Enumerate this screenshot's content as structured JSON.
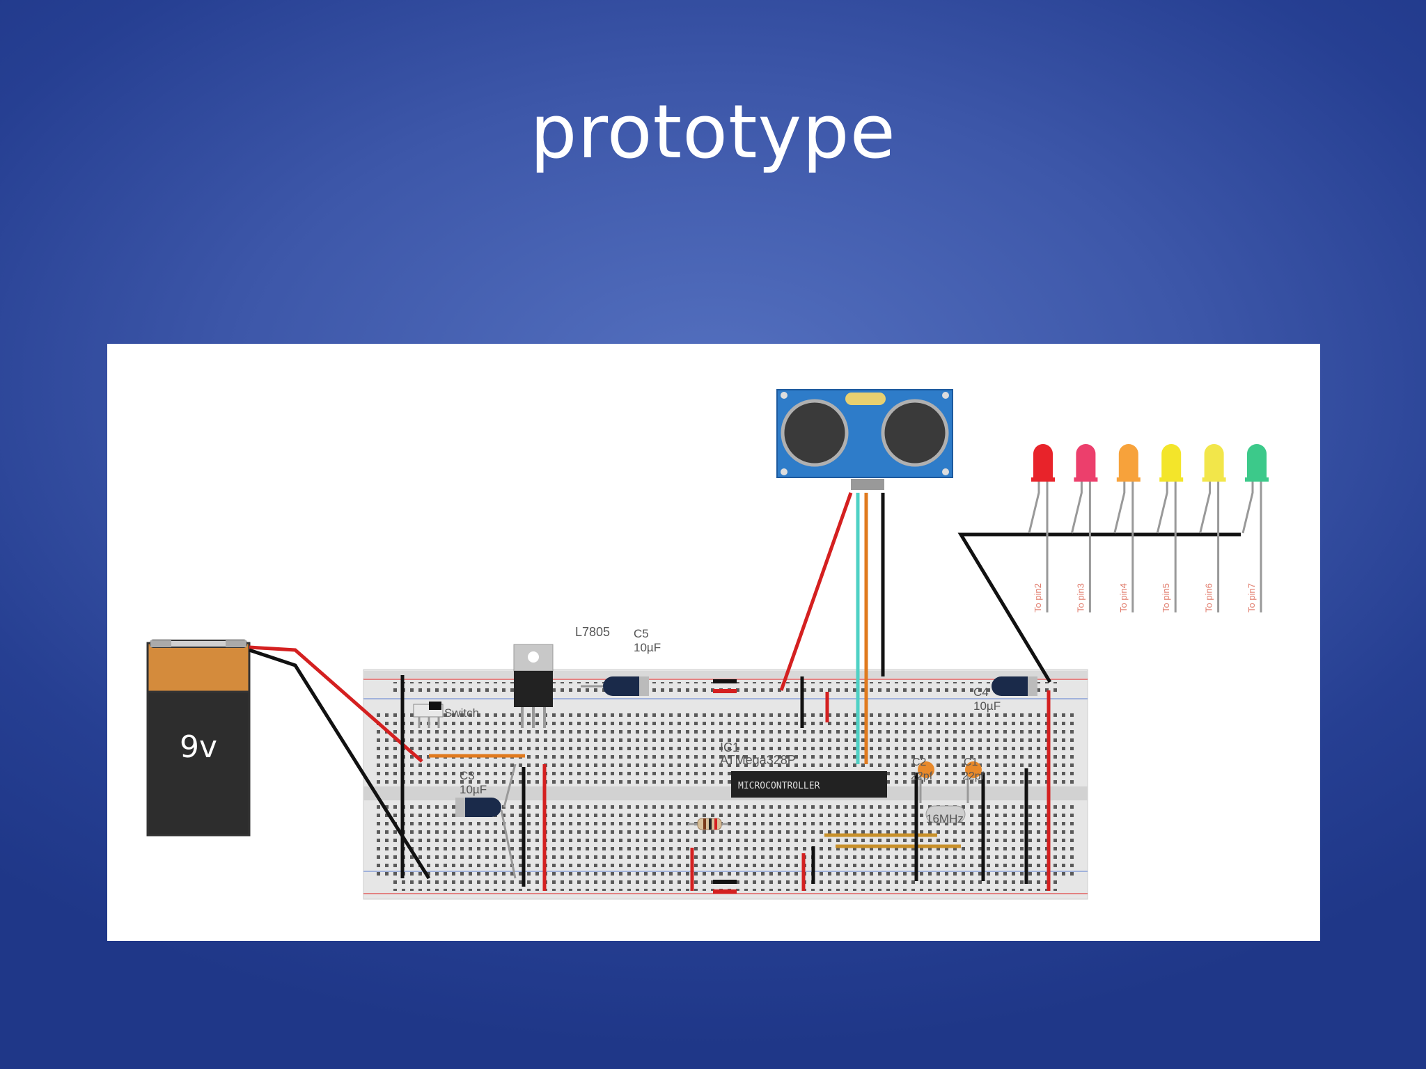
{
  "slide": {
    "title": "prototype"
  },
  "diagram": {
    "battery": {
      "label": "9v"
    },
    "regulator": {
      "label": "L7805"
    },
    "capacitors": [
      {
        "name": "C5",
        "value": "10µF"
      },
      {
        "name": "C3",
        "value": "10µF"
      },
      {
        "name": "C4",
        "value": "10µF"
      },
      {
        "name": "C2",
        "value": "22pf"
      },
      {
        "name": "C1",
        "value": "22pf"
      }
    ],
    "switch": {
      "label": "Switch"
    },
    "ic": {
      "ref": "IC1",
      "part": "ATMega328P",
      "chip_text": "MICROCONTROLLER"
    },
    "crystal": {
      "label": "16MHz"
    },
    "led_pins": [
      "To pin2",
      "To pin3",
      "To pin4",
      "To pin5",
      "To pin6",
      "To pin7"
    ],
    "led_colors": [
      "#e8232a",
      "#ec3f6c",
      "#f7a23b",
      "#f3e52a",
      "#f2e64a",
      "#3cc98a"
    ],
    "wire_colors": {
      "red": "#d42020",
      "black": "#111111",
      "orange": "#e07a1e",
      "cyan": "#4fd1c5"
    }
  }
}
